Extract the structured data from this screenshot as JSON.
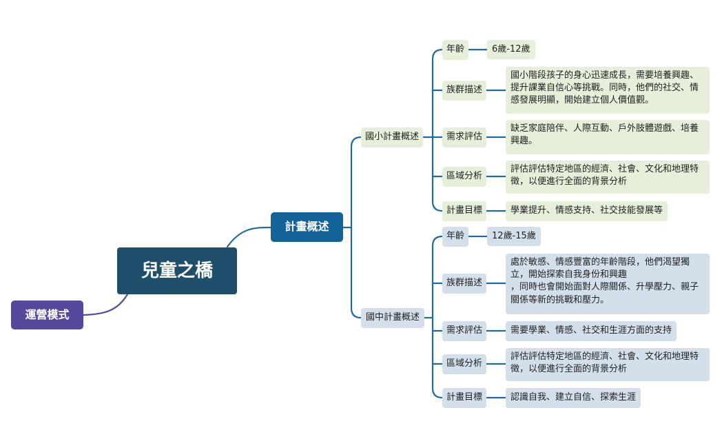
{
  "mindmap": {
    "center": "兒童之橋",
    "left_branch": "運營模式",
    "main_branch": "計畫概述",
    "groups": [
      {
        "title": "國小計畫概述",
        "items": [
          {
            "label": "年齡",
            "detail": [
              "6歲-12歲"
            ]
          },
          {
            "label": "族群描述",
            "detail": [
              "國小階段孩子的身心迅速成長，需要培養興趣、",
              "提升課業自信心等挑戰。同時，他們的社交、情",
              "感發展明顯，開始建立個人價值觀。"
            ]
          },
          {
            "label": "需求評估",
            "detail": [
              "缺乏家庭陪伴、人際互動、戶外肢體遊戲、培養",
              "興趣。"
            ]
          },
          {
            "label": "區域分析",
            "detail": [
              "評估評估特定地區的經濟、社會、文化和地理特",
              "徵，以便進行全面的背景分析"
            ]
          },
          {
            "label": "計畫目標",
            "detail": [
              "學業提升、情感支持、社交技能發展等"
            ]
          }
        ]
      },
      {
        "title": "國中計畫概述",
        "items": [
          {
            "label": "年齡",
            "detail": [
              "12歲-15歲"
            ]
          },
          {
            "label": "族群描述",
            "detail": [
              "處於敏感、情感豐富的年齡階段，他們渴望獨",
              "立，開始探索自我身份和興趣",
              "，同時也會開始面對人際關係、升學壓力、親子",
              "關係等新的挑戰和壓力。"
            ]
          },
          {
            "label": "需求評估",
            "detail": [
              "需要學業、情感、社交和生涯方面的支持"
            ]
          },
          {
            "label": "區域分析",
            "detail": [
              "評估評估特定地區的經濟、社會、文化和地理特",
              "徵，以便進行全面的背景分析"
            ]
          },
          {
            "label": "計畫目標",
            "detail": [
              "認識自我、建立自信、探索生涯"
            ]
          }
        ]
      }
    ],
    "colors": {
      "center": "#1f4e6a",
      "left_branch": "#57489b",
      "main_branch": "#14629a",
      "group1_fill": "#e6efd9",
      "group2_fill": "#d3e0ec",
      "connector": "#1d6a9c"
    }
  }
}
